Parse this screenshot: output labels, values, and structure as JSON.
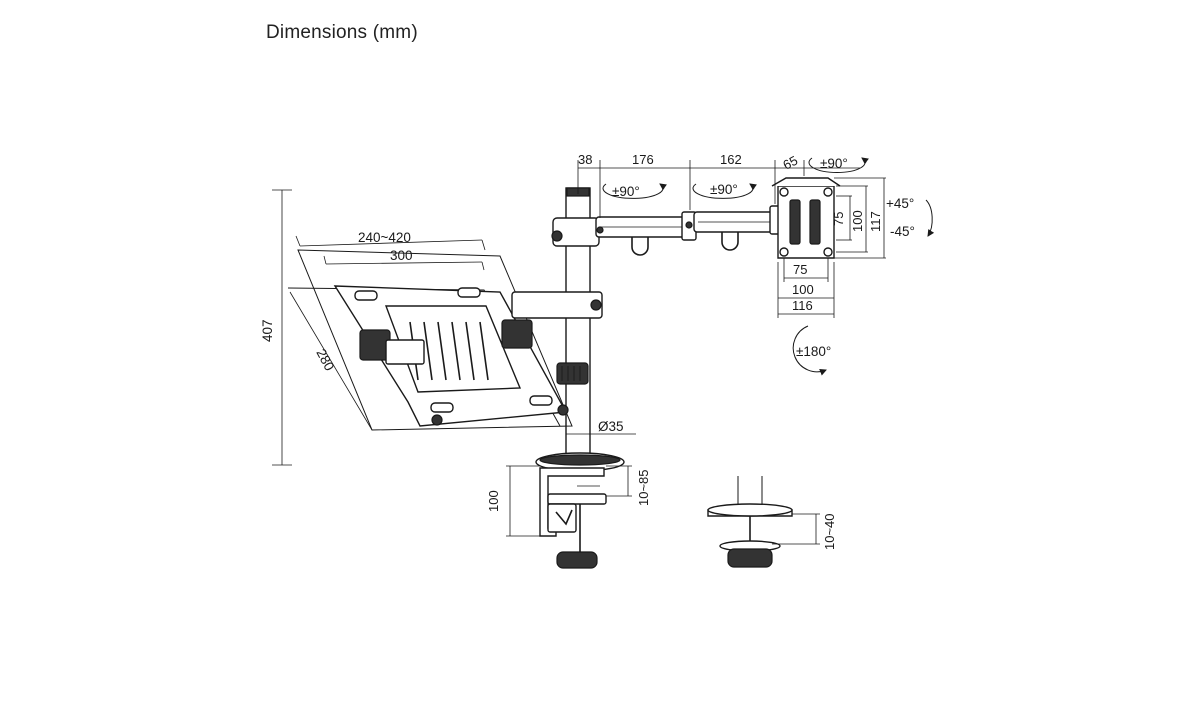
{
  "title": "Dimensions (mm)",
  "dimensions": {
    "arm_38": "38",
    "arm_176": "176",
    "arm_162": "162",
    "arm_65": "65",
    "vesa_75_h": "75",
    "vesa_100_h": "100",
    "vesa_117_h": "117",
    "vesa_75_w": "75",
    "vesa_100_w": "100",
    "vesa_116_w": "116",
    "tray_width_range": "240~420",
    "tray_300": "300",
    "tray_280": "280",
    "height_407": "407",
    "pole_diameter": "Ø35",
    "clamp_range": "10~85",
    "clamp_height": "100",
    "grommet_range": "10~40"
  },
  "rotations": {
    "joint_1": "±90°",
    "joint_2": "±90°",
    "head_top": "±90°",
    "tilt_up": "+45°",
    "tilt_down": "-45°",
    "swivel": "±180°"
  }
}
